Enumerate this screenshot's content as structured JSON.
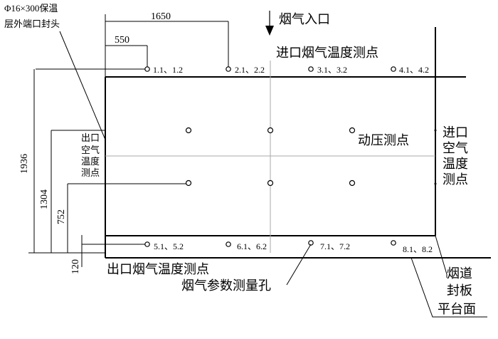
{
  "top_left_note": [
    "Φ16×300保温",
    "层外端口封头"
  ],
  "flue_gas_inlet": "烟气入口",
  "inlet_temp_points_title": "进口烟气温度测点",
  "outlet_temp_points_title": "出口烟气温度测点",
  "dynamic_pressure_title": "动压测点",
  "inlet_air_temp_chars": [
    "进口",
    "空气",
    "温度",
    "测点"
  ],
  "outlet_air_temp_chars": [
    "出口",
    "空气",
    "温度",
    "测点"
  ],
  "flue_param_holes": "烟气参数测量孔",
  "flue_end_plate": [
    "烟道",
    "封板"
  ],
  "platform": "平台面",
  "dimensions": {
    "d1650": "1650",
    "d550": "550",
    "d1936": "1936",
    "d1304": "1304",
    "d752": "752",
    "d120": "120"
  },
  "top_points": [
    "1.1、1.2",
    "2.1、2.2",
    "3.1、3.2",
    "4.1、4.2"
  ],
  "bottom_points": [
    "5.1、5.2",
    "6.1、6.2",
    "7.1、7.2",
    "8.1、8.2"
  ]
}
